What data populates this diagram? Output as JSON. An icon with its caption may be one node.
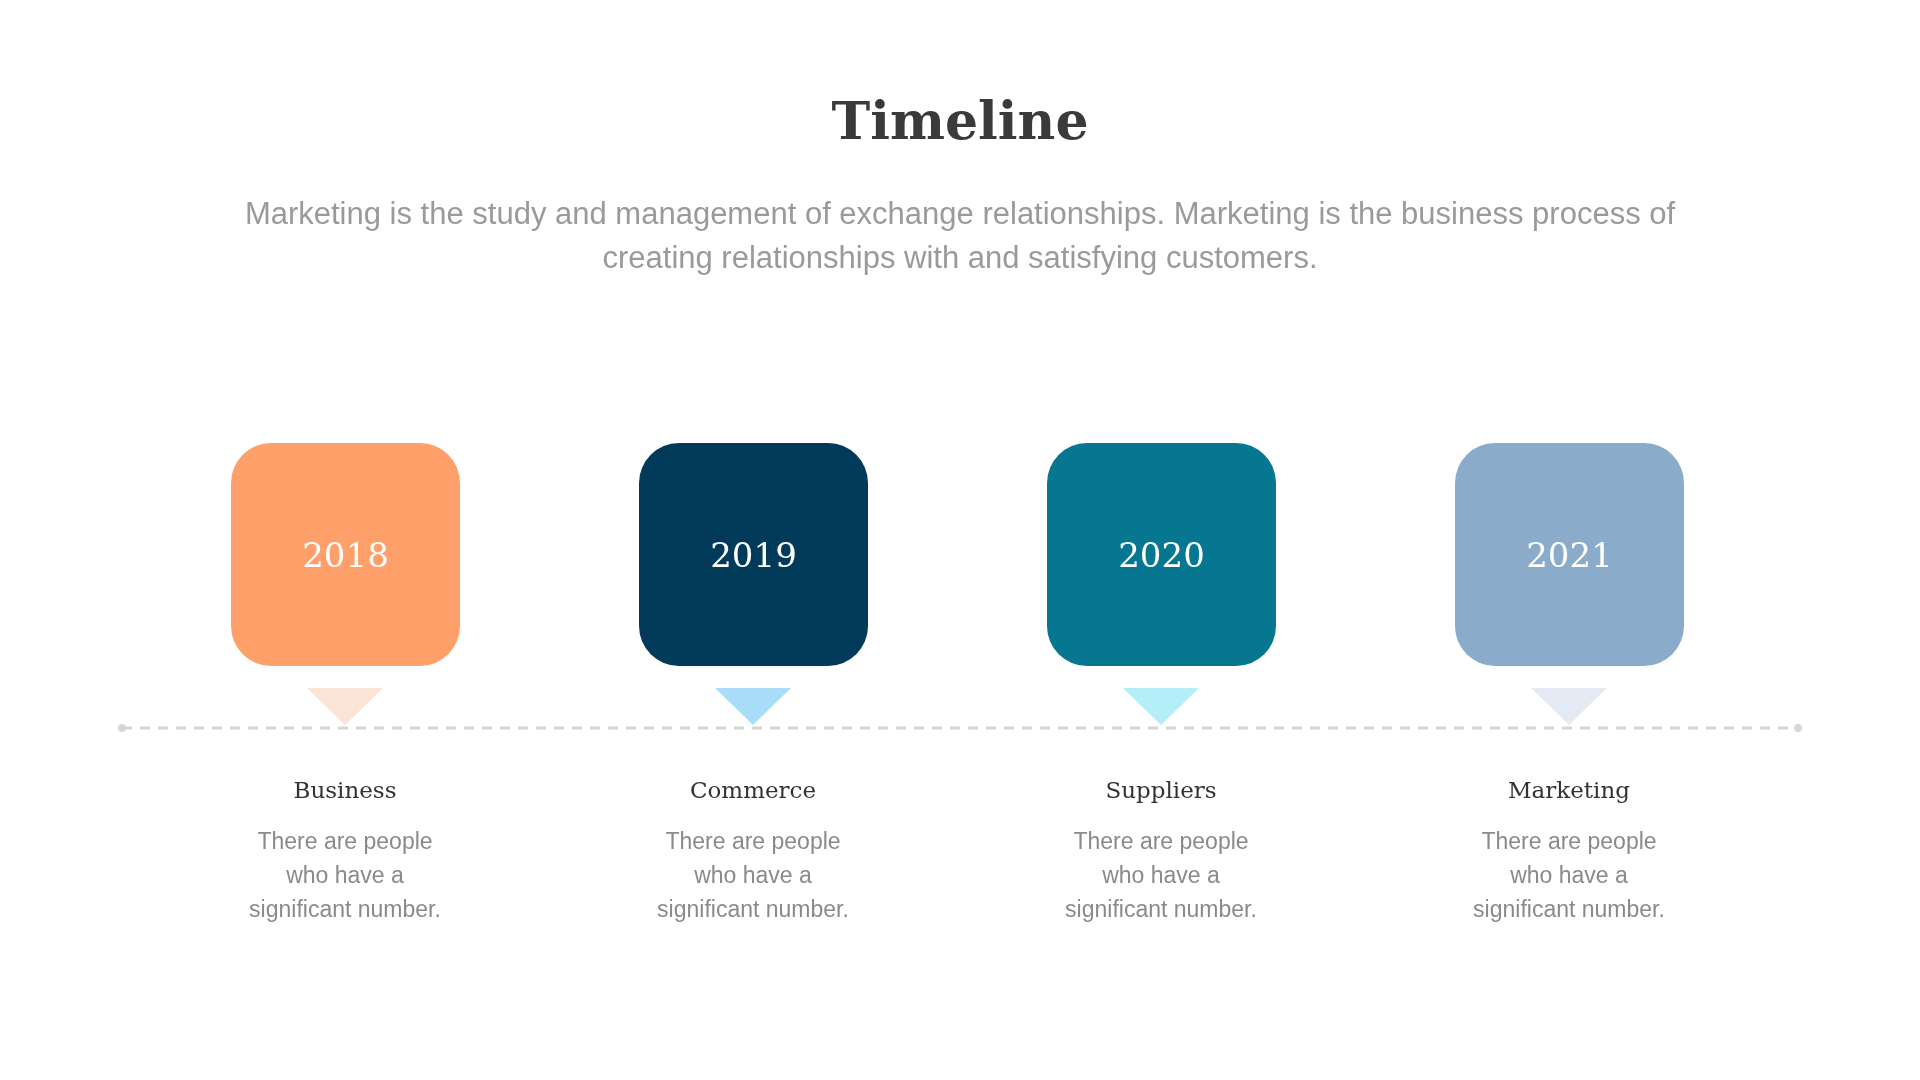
{
  "diagram": {
    "title": "Timeline",
    "nodes": [
      {
        "text": [
          "2018"
        ],
        "beside": [
          "Business",
          "There are people who have a significant number."
        ]
      },
      {
        "text": [
          "2019"
        ],
        "beside": [
          "Commerce",
          "There are people who have a significant number."
        ]
      },
      {
        "text": [
          "2020"
        ],
        "beside": [
          "Suppliers",
          "There are people who have a significant number."
        ]
      },
      {
        "text": [
          "2021"
        ],
        "beside": [
          "Marketing",
          "There are people who have a significant number."
        ]
      }
    ],
    "edges": [],
    "labels": [
      "Marketing is the study and management of exchange relationships. Marketing is the business process of creating relationships with and satisfying customers."
    ]
  }
}
